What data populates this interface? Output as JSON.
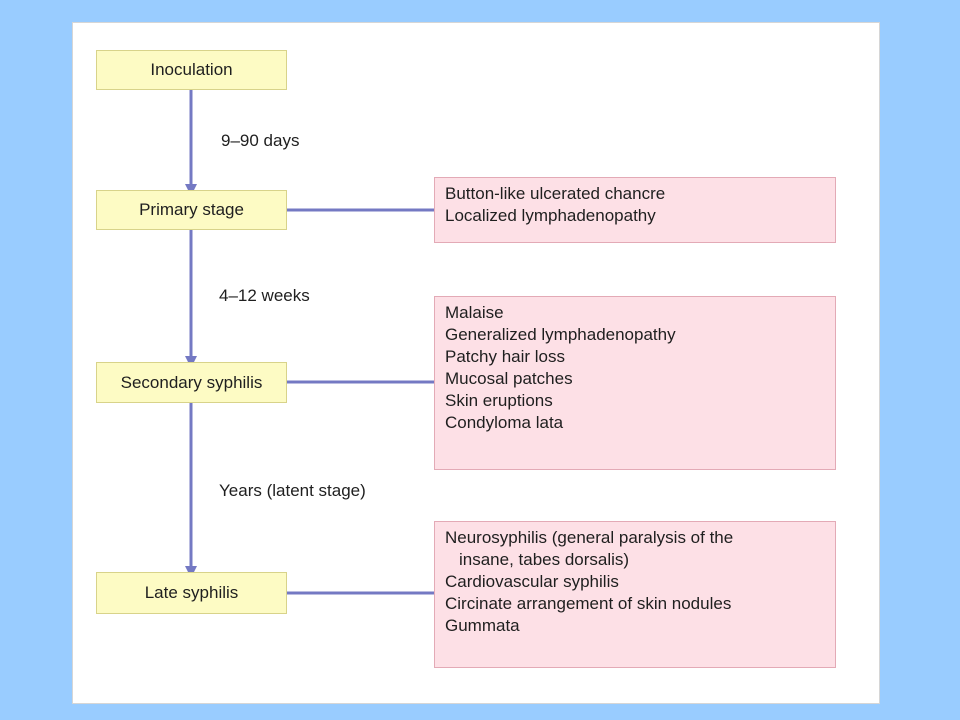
{
  "colors": {
    "background": "#99ccff",
    "panel": "#ffffff",
    "stage_fill": "#fdfbc4",
    "info_fill": "#fde0e6",
    "connector": "#7479c3"
  },
  "stages": [
    {
      "label": "Inoculation"
    },
    {
      "label": "Primary stage"
    },
    {
      "label": "Secondary syphilis"
    },
    {
      "label": "Late syphilis"
    }
  ],
  "intervals": [
    {
      "label": "9–90 days"
    },
    {
      "label": "4–12 weeks"
    },
    {
      "label": "Years (latent stage)"
    }
  ],
  "manifestations": {
    "primary": [
      "Button-like ulcerated chancre",
      "Localized lymphadenopathy"
    ],
    "secondary": [
      "Malaise",
      "Generalized lymphadenopathy",
      "Patchy hair loss",
      "Mucosal patches",
      "Skin eruptions",
      "Condyloma lata"
    ],
    "late": [
      "Neurosyphilis (general paralysis of the",
      "insane, tabes dorsalis)",
      "Cardiovascular syphilis",
      "Circinate arrangement of skin nodules",
      "Gummata"
    ]
  }
}
